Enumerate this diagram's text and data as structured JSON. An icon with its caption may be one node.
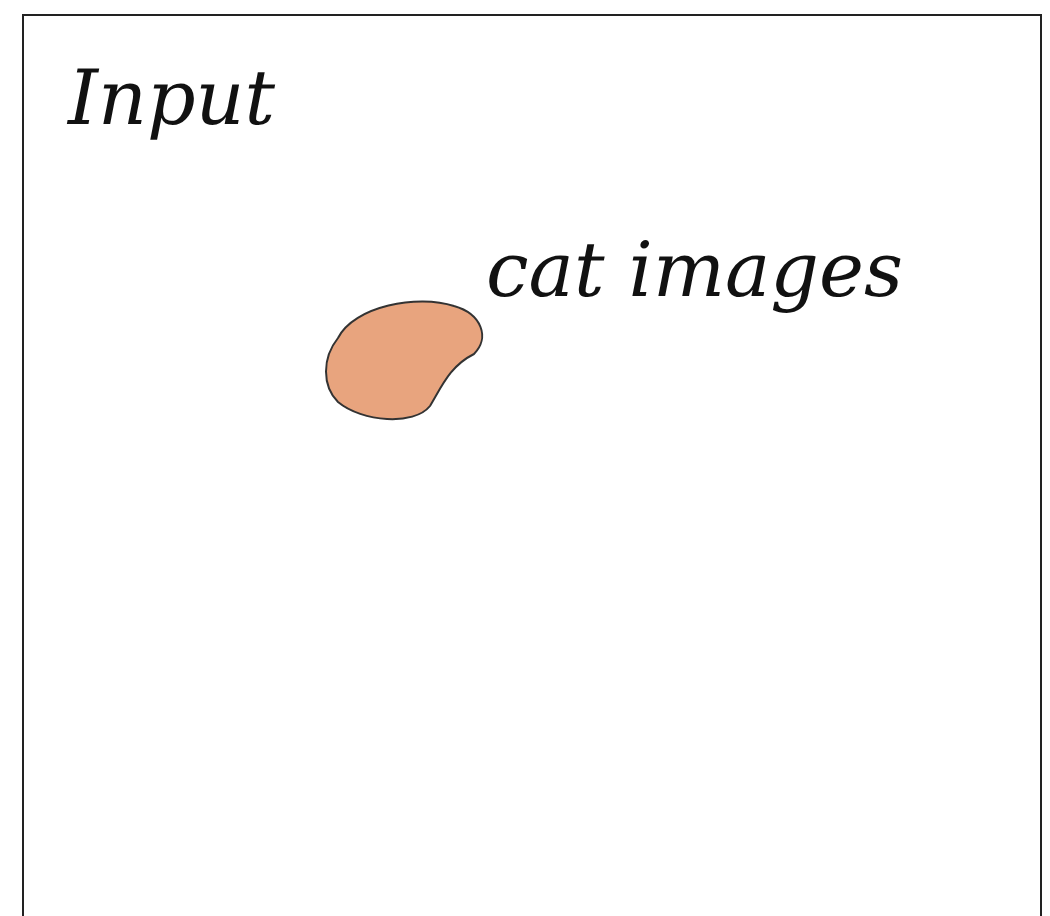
{
  "diagram": {
    "nodes": [
      {
        "text": [
          "Input"
        ]
      },
      {
        "text": [
          "cat images"
        ],
        "in": 0
      }
    ]
  }
}
